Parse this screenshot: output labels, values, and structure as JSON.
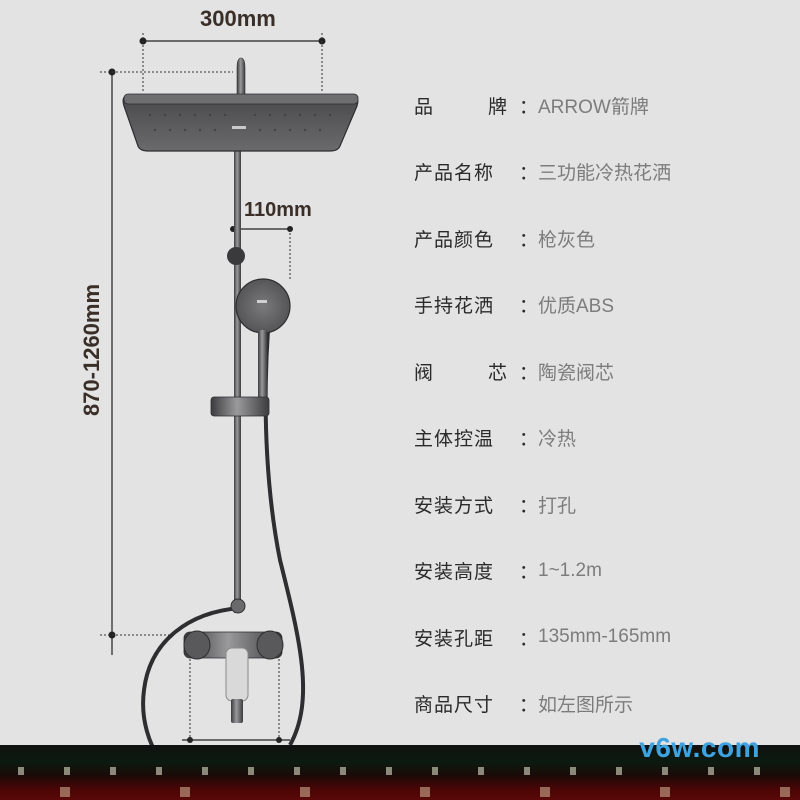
{
  "dimensions": {
    "head_width": "300mm",
    "handshower_offset": "110mm",
    "height_range": "870-1260mm"
  },
  "specs": [
    {
      "label": "品牌",
      "label_chars": [
        "品",
        "牌"
      ],
      "spread": true,
      "value": "ARROW箭牌"
    },
    {
      "label": "产品名称",
      "value": "三功能冷热花洒"
    },
    {
      "label": "产品颜色",
      "value": "枪灰色"
    },
    {
      "label": "手持花洒",
      "value": "优质ABS"
    },
    {
      "label": "阀芯",
      "label_chars": [
        "阀",
        "芯"
      ],
      "spread": true,
      "value": "陶瓷阀芯"
    },
    {
      "label": "主体控温",
      "value": "冷热"
    },
    {
      "label": "安装方式",
      "value": "打孔"
    },
    {
      "label": "安装高度",
      "value": "1~1.2m"
    },
    {
      "label": "安装孔距",
      "value": "135mm-165mm"
    },
    {
      "label": "商品尺寸",
      "value": "如左图所示"
    }
  ],
  "colon": "：",
  "watermark": "v6w.com",
  "colors": {
    "background": "#e3e3e3",
    "label_text": "#2a2a2a",
    "value_text": "#7c7c7c",
    "dimension_text": "#3a2f28",
    "product_metal": "#5a5a5c",
    "watermark": "#3fa3e0"
  }
}
